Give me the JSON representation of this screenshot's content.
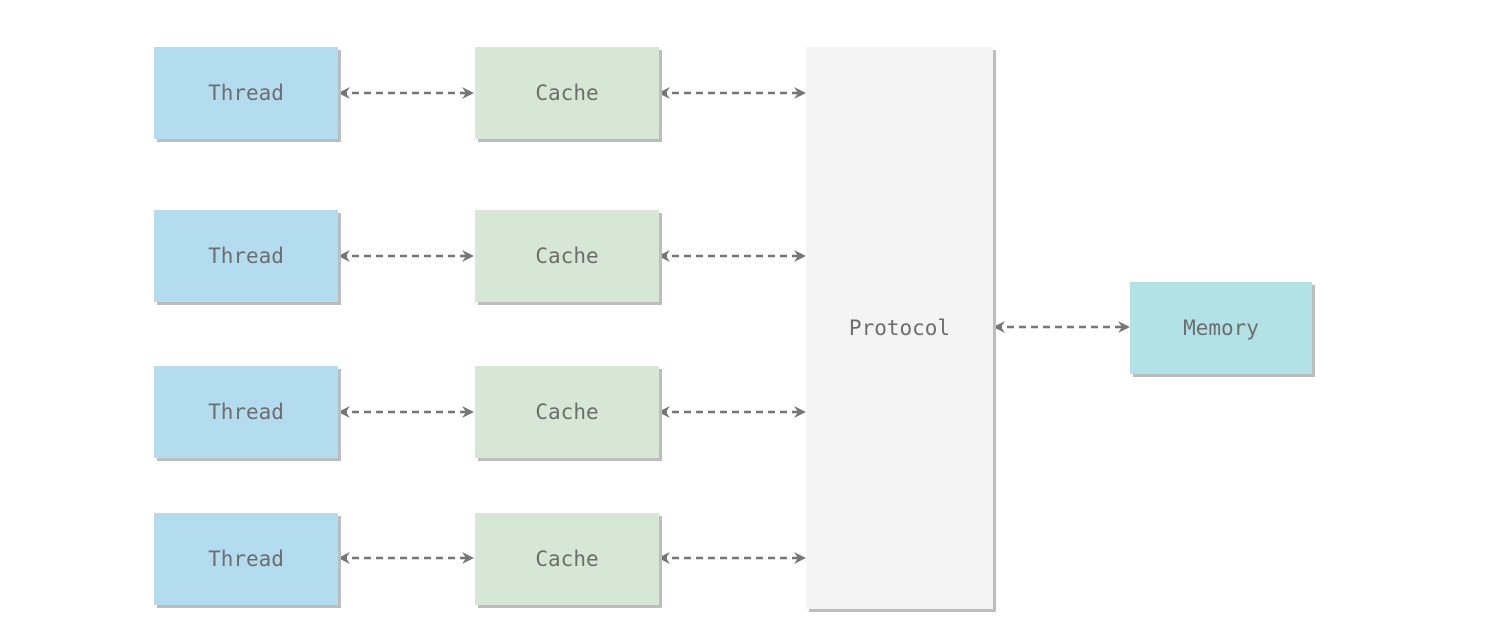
{
  "diagram": {
    "threads": [
      {
        "label": "Thread"
      },
      {
        "label": "Thread"
      },
      {
        "label": "Thread"
      },
      {
        "label": "Thread"
      }
    ],
    "caches": [
      {
        "label": "Cache"
      },
      {
        "label": "Cache"
      },
      {
        "label": "Cache"
      },
      {
        "label": "Cache"
      }
    ],
    "protocol": {
      "label": "Protocol"
    },
    "memory": {
      "label": "Memory"
    },
    "colors": {
      "thread": "#b3dcee",
      "cache": "#d7e7d5",
      "protocol": "#f4f4f4",
      "memory": "#b2e2e6",
      "arrow": "#767676",
      "text": "#6e6e6e"
    },
    "connections": [
      {
        "from": "thread-1",
        "to": "cache-1",
        "style": "dashed-bidirectional"
      },
      {
        "from": "thread-2",
        "to": "cache-2",
        "style": "dashed-bidirectional"
      },
      {
        "from": "thread-3",
        "to": "cache-3",
        "style": "dashed-bidirectional"
      },
      {
        "from": "thread-4",
        "to": "cache-4",
        "style": "dashed-bidirectional"
      },
      {
        "from": "cache-1",
        "to": "protocol",
        "style": "dashed-bidirectional"
      },
      {
        "from": "cache-2",
        "to": "protocol",
        "style": "dashed-bidirectional"
      },
      {
        "from": "cache-3",
        "to": "protocol",
        "style": "dashed-bidirectional"
      },
      {
        "from": "cache-4",
        "to": "protocol",
        "style": "dashed-bidirectional"
      },
      {
        "from": "protocol",
        "to": "memory",
        "style": "dashed-bidirectional"
      }
    ]
  }
}
